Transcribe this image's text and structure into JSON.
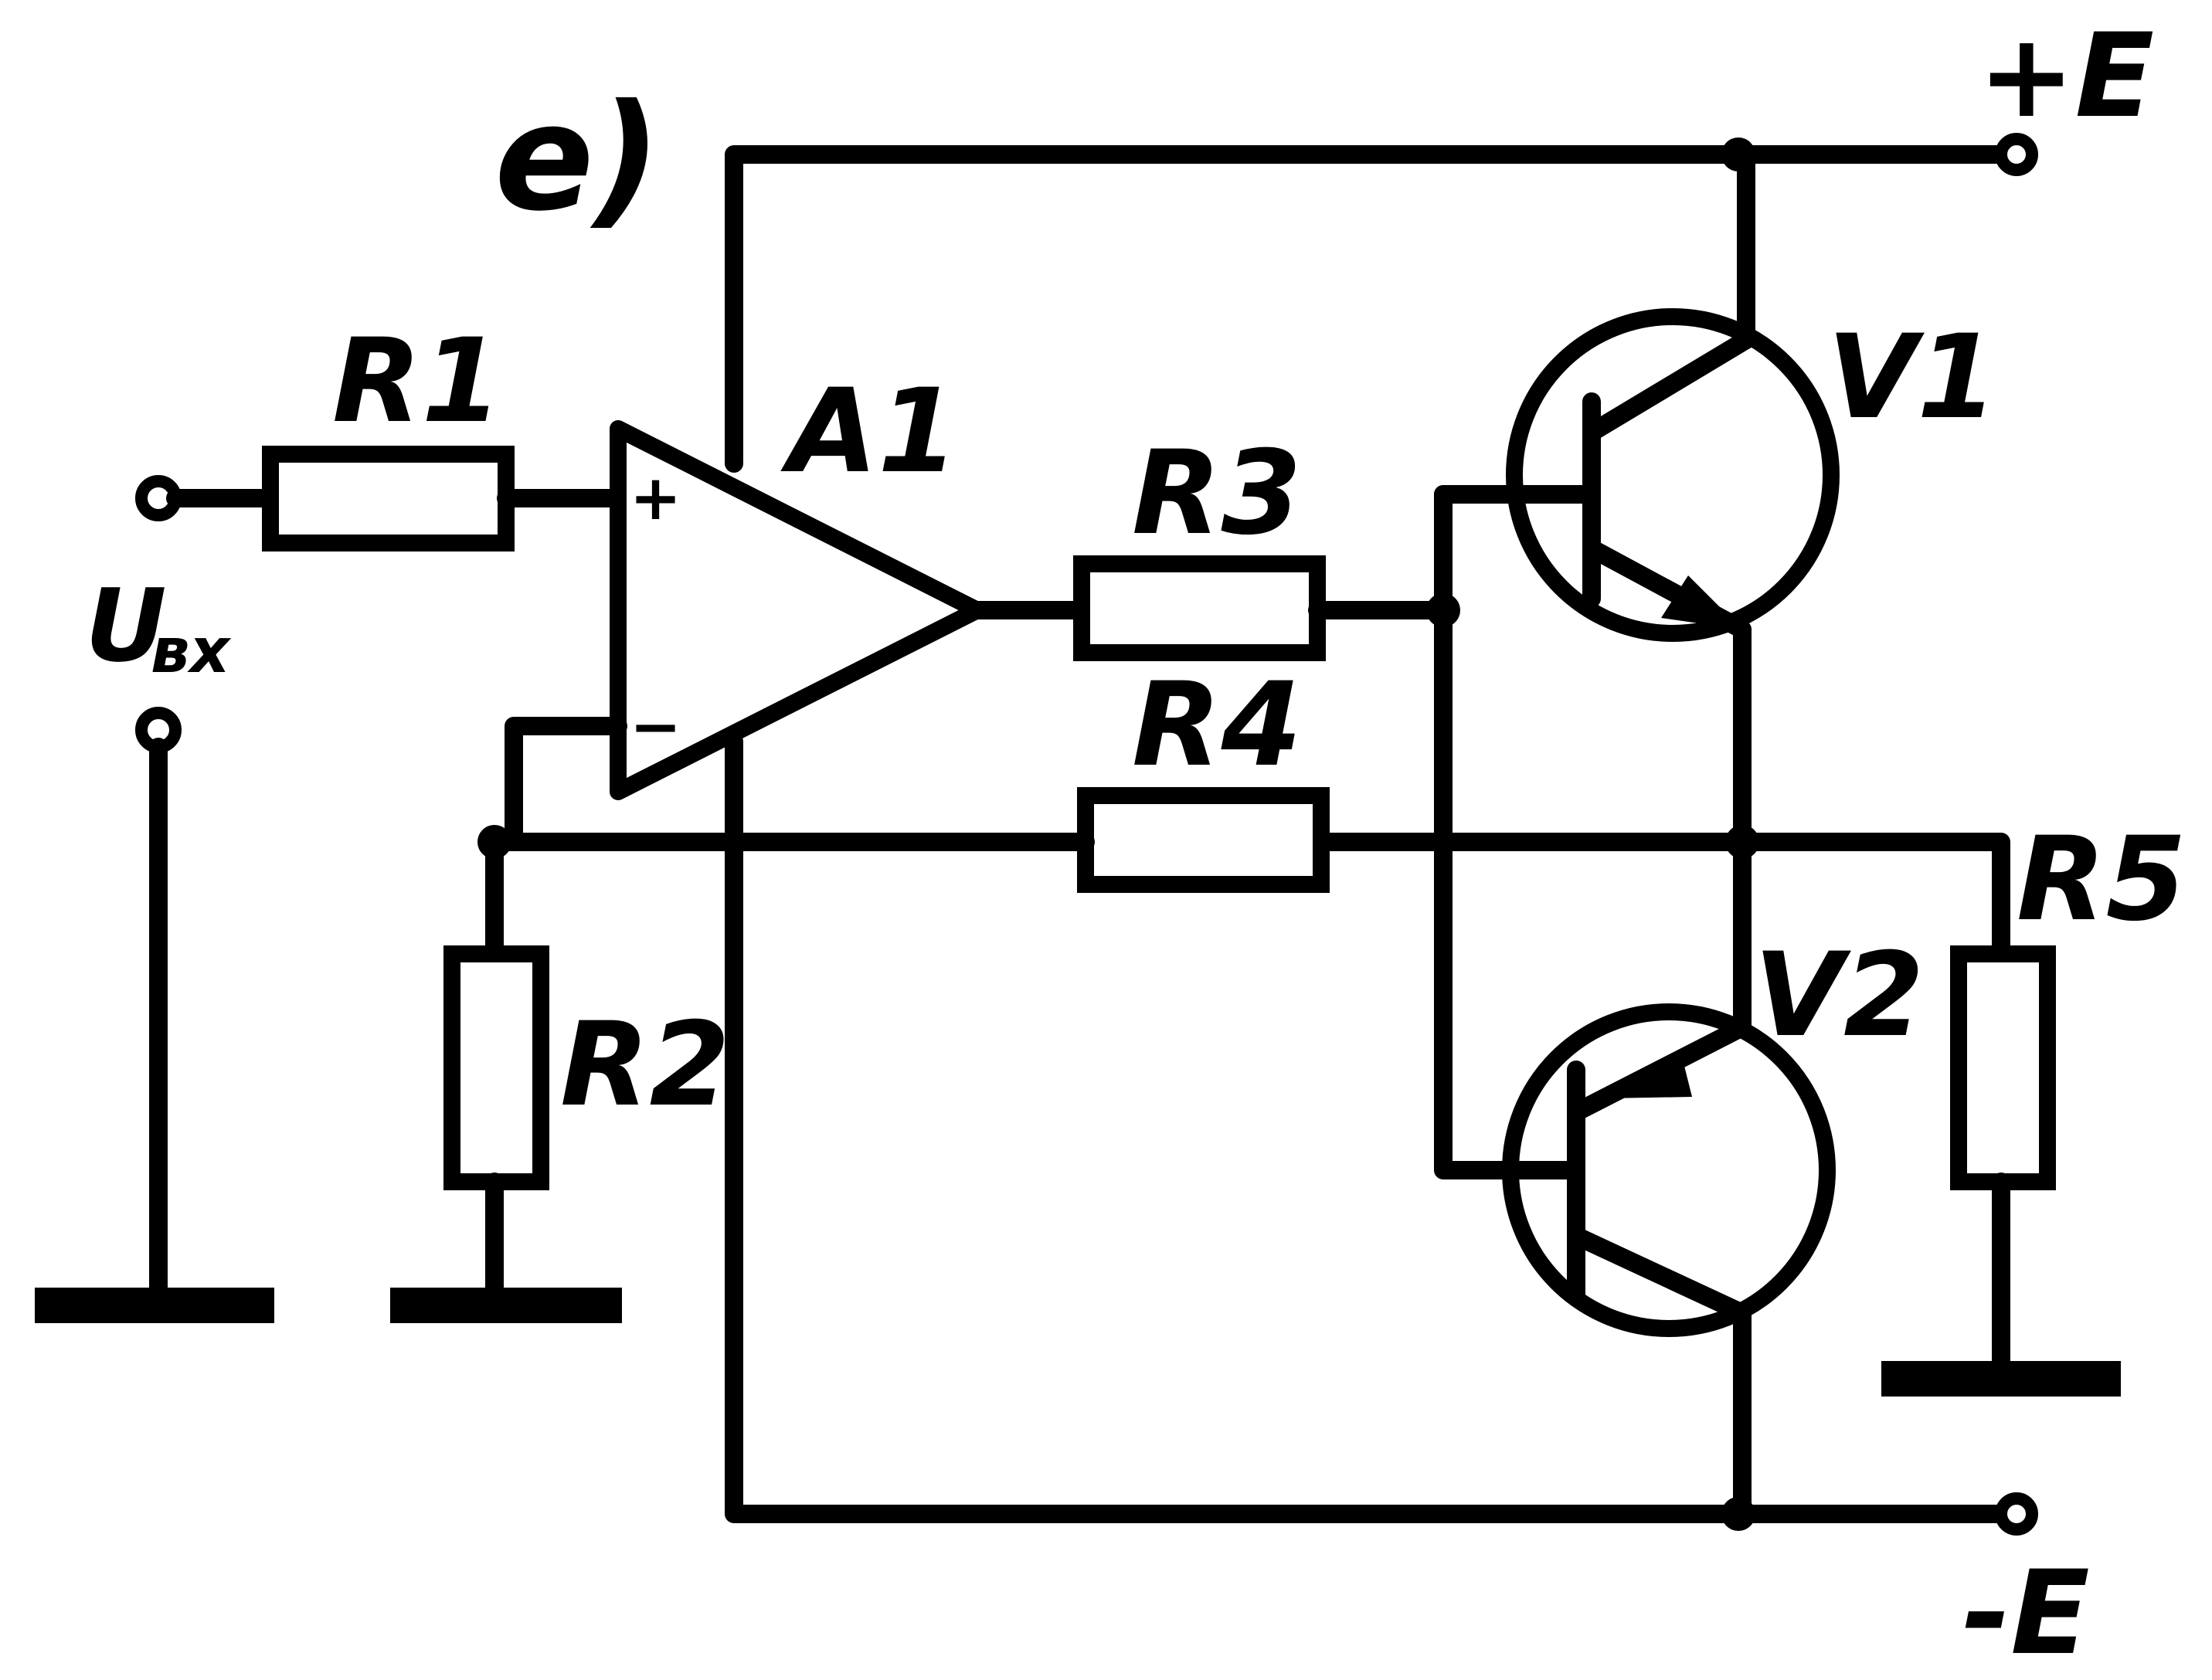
{
  "figure_label": "e)",
  "labels": {
    "r1": "R1",
    "r2": "R2",
    "r3": "R3",
    "r4": "R4",
    "r5": "R5",
    "a1": "A1",
    "v1": "V1",
    "v2": "V2",
    "plus_e": "+E",
    "minus_e": "-E",
    "input_main": "U",
    "input_sub": "вх",
    "opamp_plus": "+",
    "opamp_minus": "−"
  },
  "colors": {
    "ink": "#000000",
    "paper": "#ffffff"
  }
}
